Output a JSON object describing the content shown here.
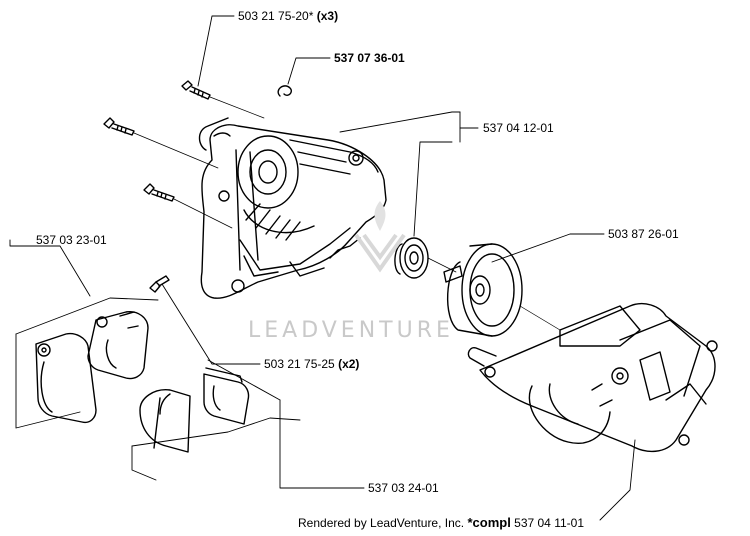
{
  "callouts": {
    "screw_x3": {
      "part": "503 21 75-20*",
      "qty": "(x3)"
    },
    "clip": {
      "part": "537 07 36-01"
    },
    "housing": {
      "part": "537 04 12-01"
    },
    "cover_left": {
      "part": "537 03 23-01"
    },
    "clutch_drum": {
      "part": "503 87 26-01"
    },
    "screw_x2": {
      "part": "503 21 75-25",
      "qty": "(x2)"
    },
    "shoes": {
      "part": "537 03 24-01"
    }
  },
  "watermark": {
    "text": "LEADVENTURE"
  },
  "footer": {
    "rendered_by": "Rendered by LeadVenture, Inc.",
    "compl_label": "*compl",
    "compl_part": "537 04 11-01"
  }
}
